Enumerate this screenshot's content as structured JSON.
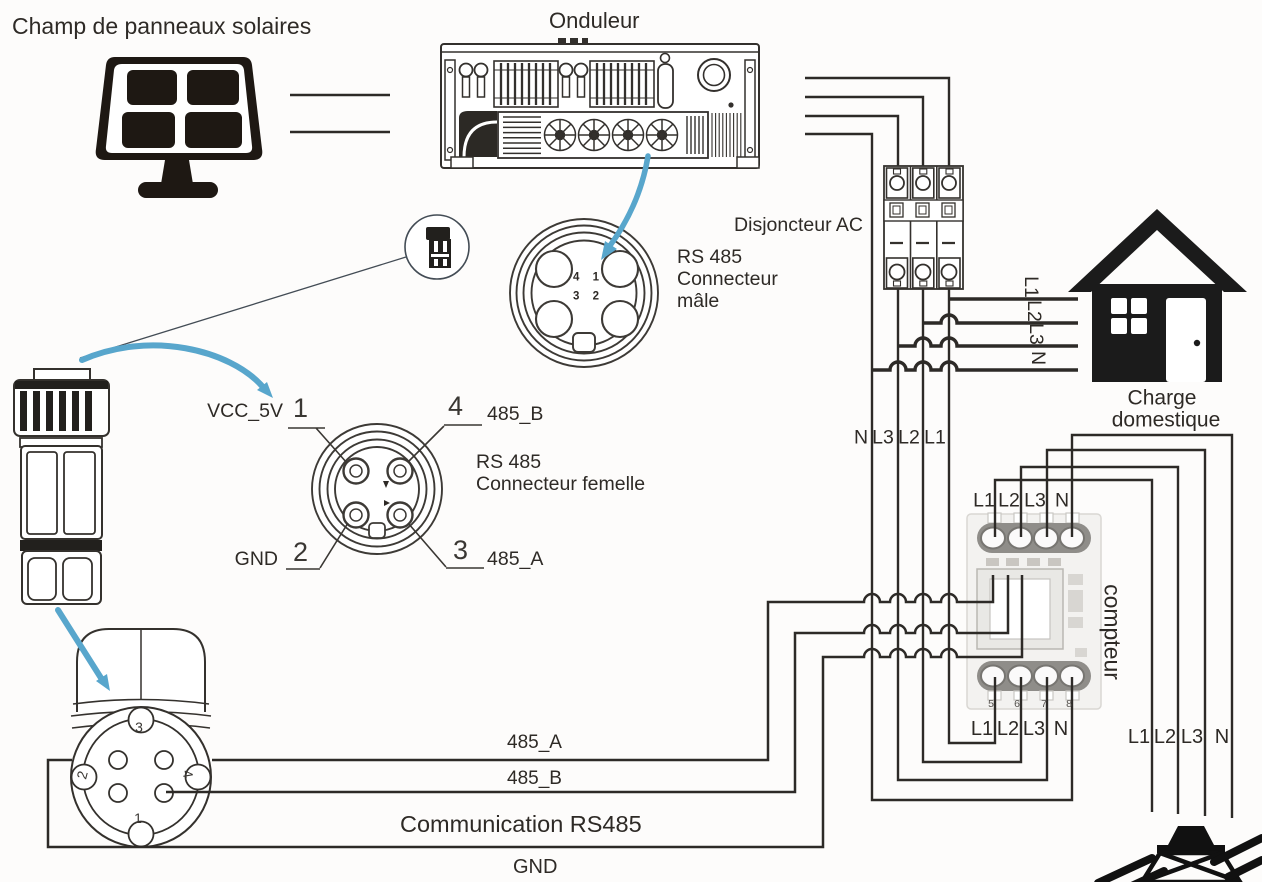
{
  "solar": {
    "title": "Champ de panneaux solaires"
  },
  "inverter": {
    "title": "Onduleur"
  },
  "breaker": {
    "label": "Disjoncteur AC",
    "phase_labels": {
      "n": "N",
      "l3": "L3",
      "l2": "L2",
      "l1": "L1"
    }
  },
  "male_connector": {
    "label1": "RS 485",
    "label2": "Connecteur",
    "label3": "mâle",
    "pin_row_top": "4 1",
    "pin_row_bottom": "3 2"
  },
  "female_connector": {
    "label1": "RS 485",
    "label2": "Connecteur femelle",
    "pin1": {
      "num": "1",
      "name": "VCC_5V"
    },
    "pin2": {
      "num": "2",
      "name": "GND"
    },
    "pin3": {
      "num": "3",
      "name": "485_A"
    },
    "pin4": {
      "num": "4",
      "name": "485_B"
    }
  },
  "round_connector": {
    "pin_top": "3",
    "pin_left": "2",
    "pin_right": "4",
    "pin_bottom": "1"
  },
  "house": {
    "line1": "Charge",
    "line2": "domestique",
    "phases": [
      "L1",
      "L2",
      "L3",
      "N"
    ]
  },
  "meter": {
    "name": "compteur",
    "top_phases": [
      "L1",
      "L2",
      "L3",
      "N"
    ],
    "bottom_phases": [
      "L1",
      "L2",
      "L3",
      "N"
    ],
    "terminals": [
      "5",
      "6",
      "7",
      "8"
    ]
  },
  "grid": {
    "phases": [
      "L1",
      "L2",
      "L3",
      "N"
    ]
  },
  "comm": {
    "wire_a": "485_A",
    "wire_b": "485_B",
    "bus_label": "Communication RS485",
    "wire_gnd": "GND"
  },
  "colors": {
    "wire": "#2d2a27",
    "arrow_blue": "#58a6cc",
    "icon_black": "#1e1813"
  }
}
